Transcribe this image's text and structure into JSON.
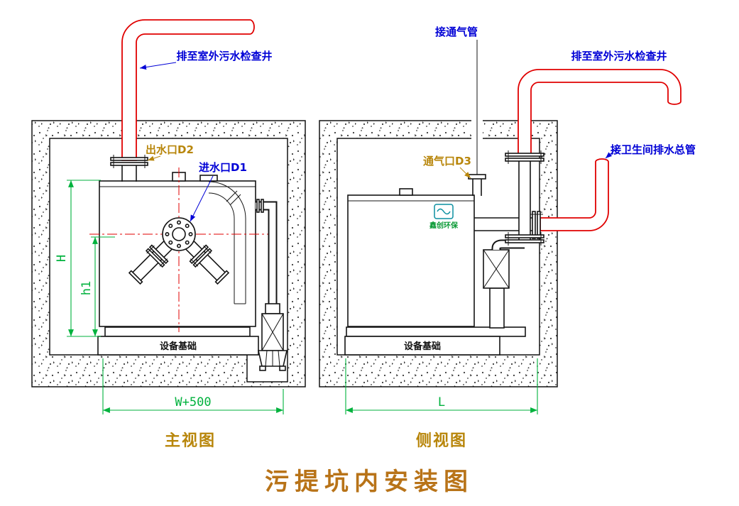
{
  "title": {
    "text": "污提坑内安装图"
  },
  "front_view": {
    "caption": "主视图",
    "labels": {
      "discharge_pipe": "排至室外污水检查井",
      "outlet": "出水口D2",
      "inlet": "进水口D1",
      "foundation": "设备基础"
    },
    "dimensions": {
      "overall_height": "H",
      "inlet_height": "h1",
      "pit_width": "W+500"
    }
  },
  "side_view": {
    "caption": "侧视图",
    "labels": {
      "vent_connection": "接通气管",
      "discharge_pipe": "排至室外污水检查井",
      "vent": "通气口D3",
      "toilet_drain": "接卫生间排水总管",
      "foundation": "设备基础"
    },
    "dimensions": {
      "pit_length": "L"
    },
    "tank_logo": "鑫创环保"
  },
  "colors": {
    "pipe_red": "#e00000",
    "label_blue": "#0000d6",
    "label_orange": "#b8860b",
    "dimension_green": "#00b23d",
    "title_orange": "#b87318",
    "line_black": "#141414"
  }
}
